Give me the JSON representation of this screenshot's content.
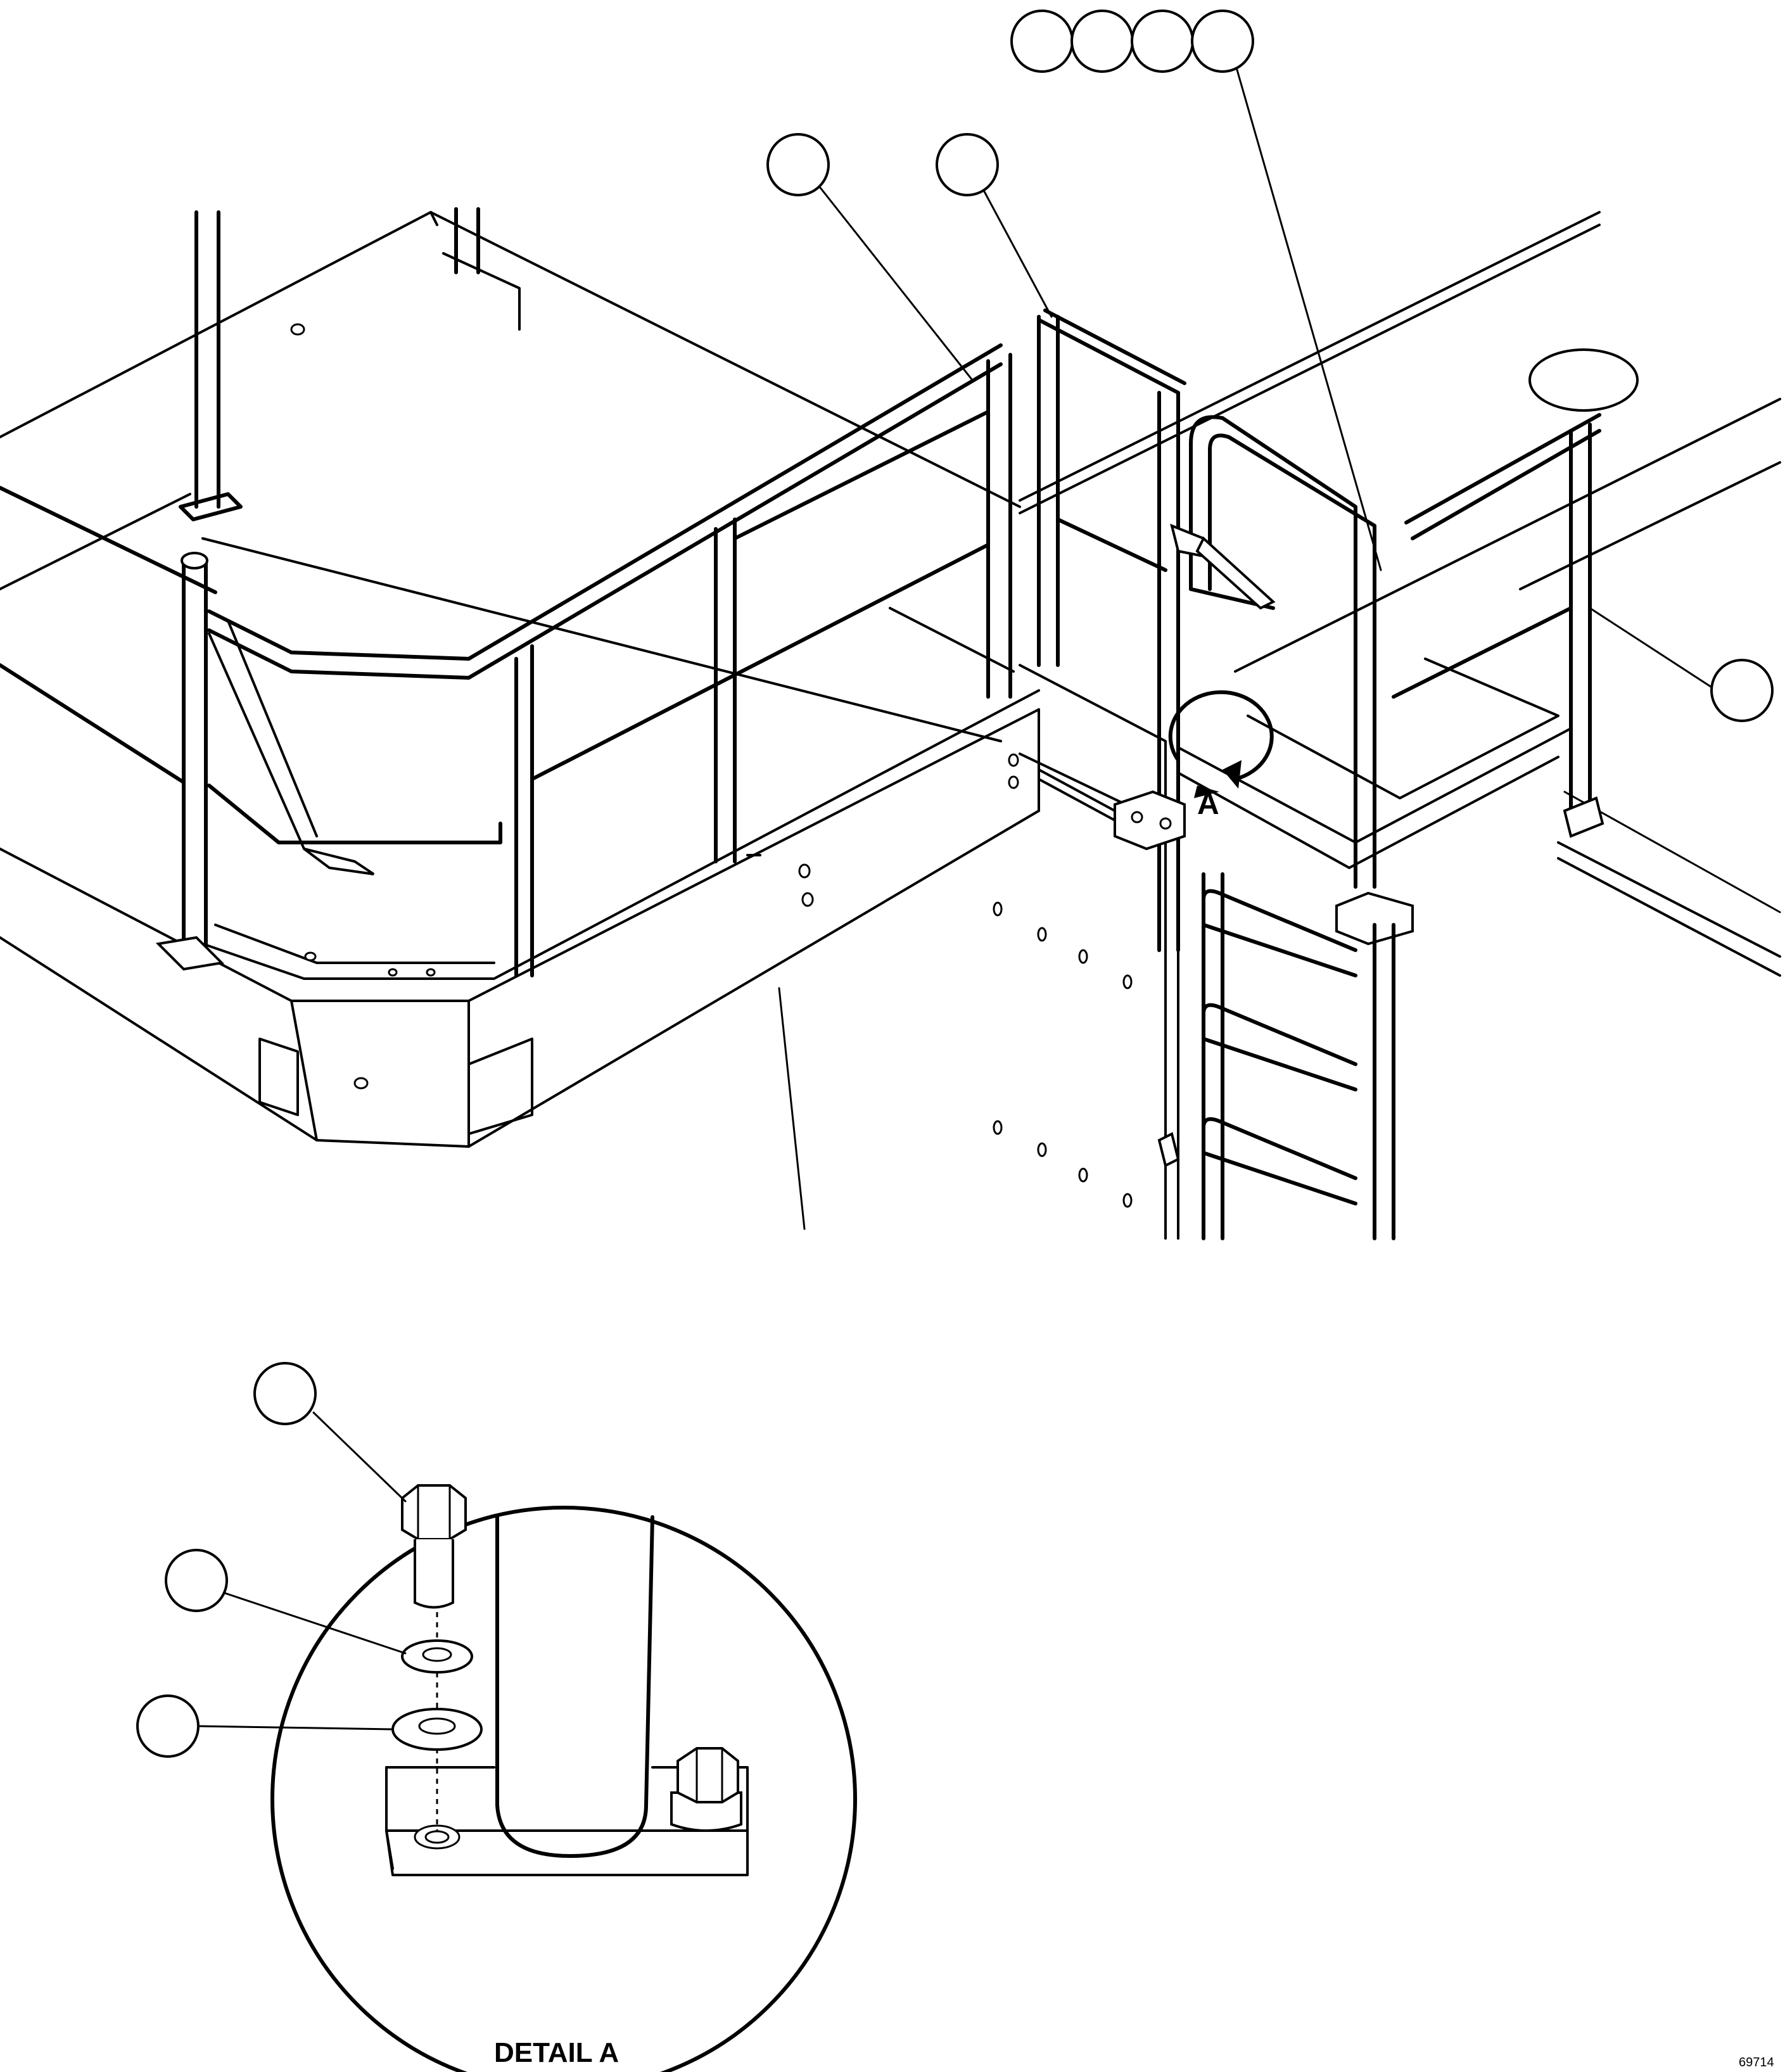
{
  "detail": {
    "view_letter": "A",
    "title": "DETAIL A"
  },
  "drawing_ref": "69714",
  "balloons": {
    "count_main_view": 7,
    "count_detail_view": 3
  }
}
